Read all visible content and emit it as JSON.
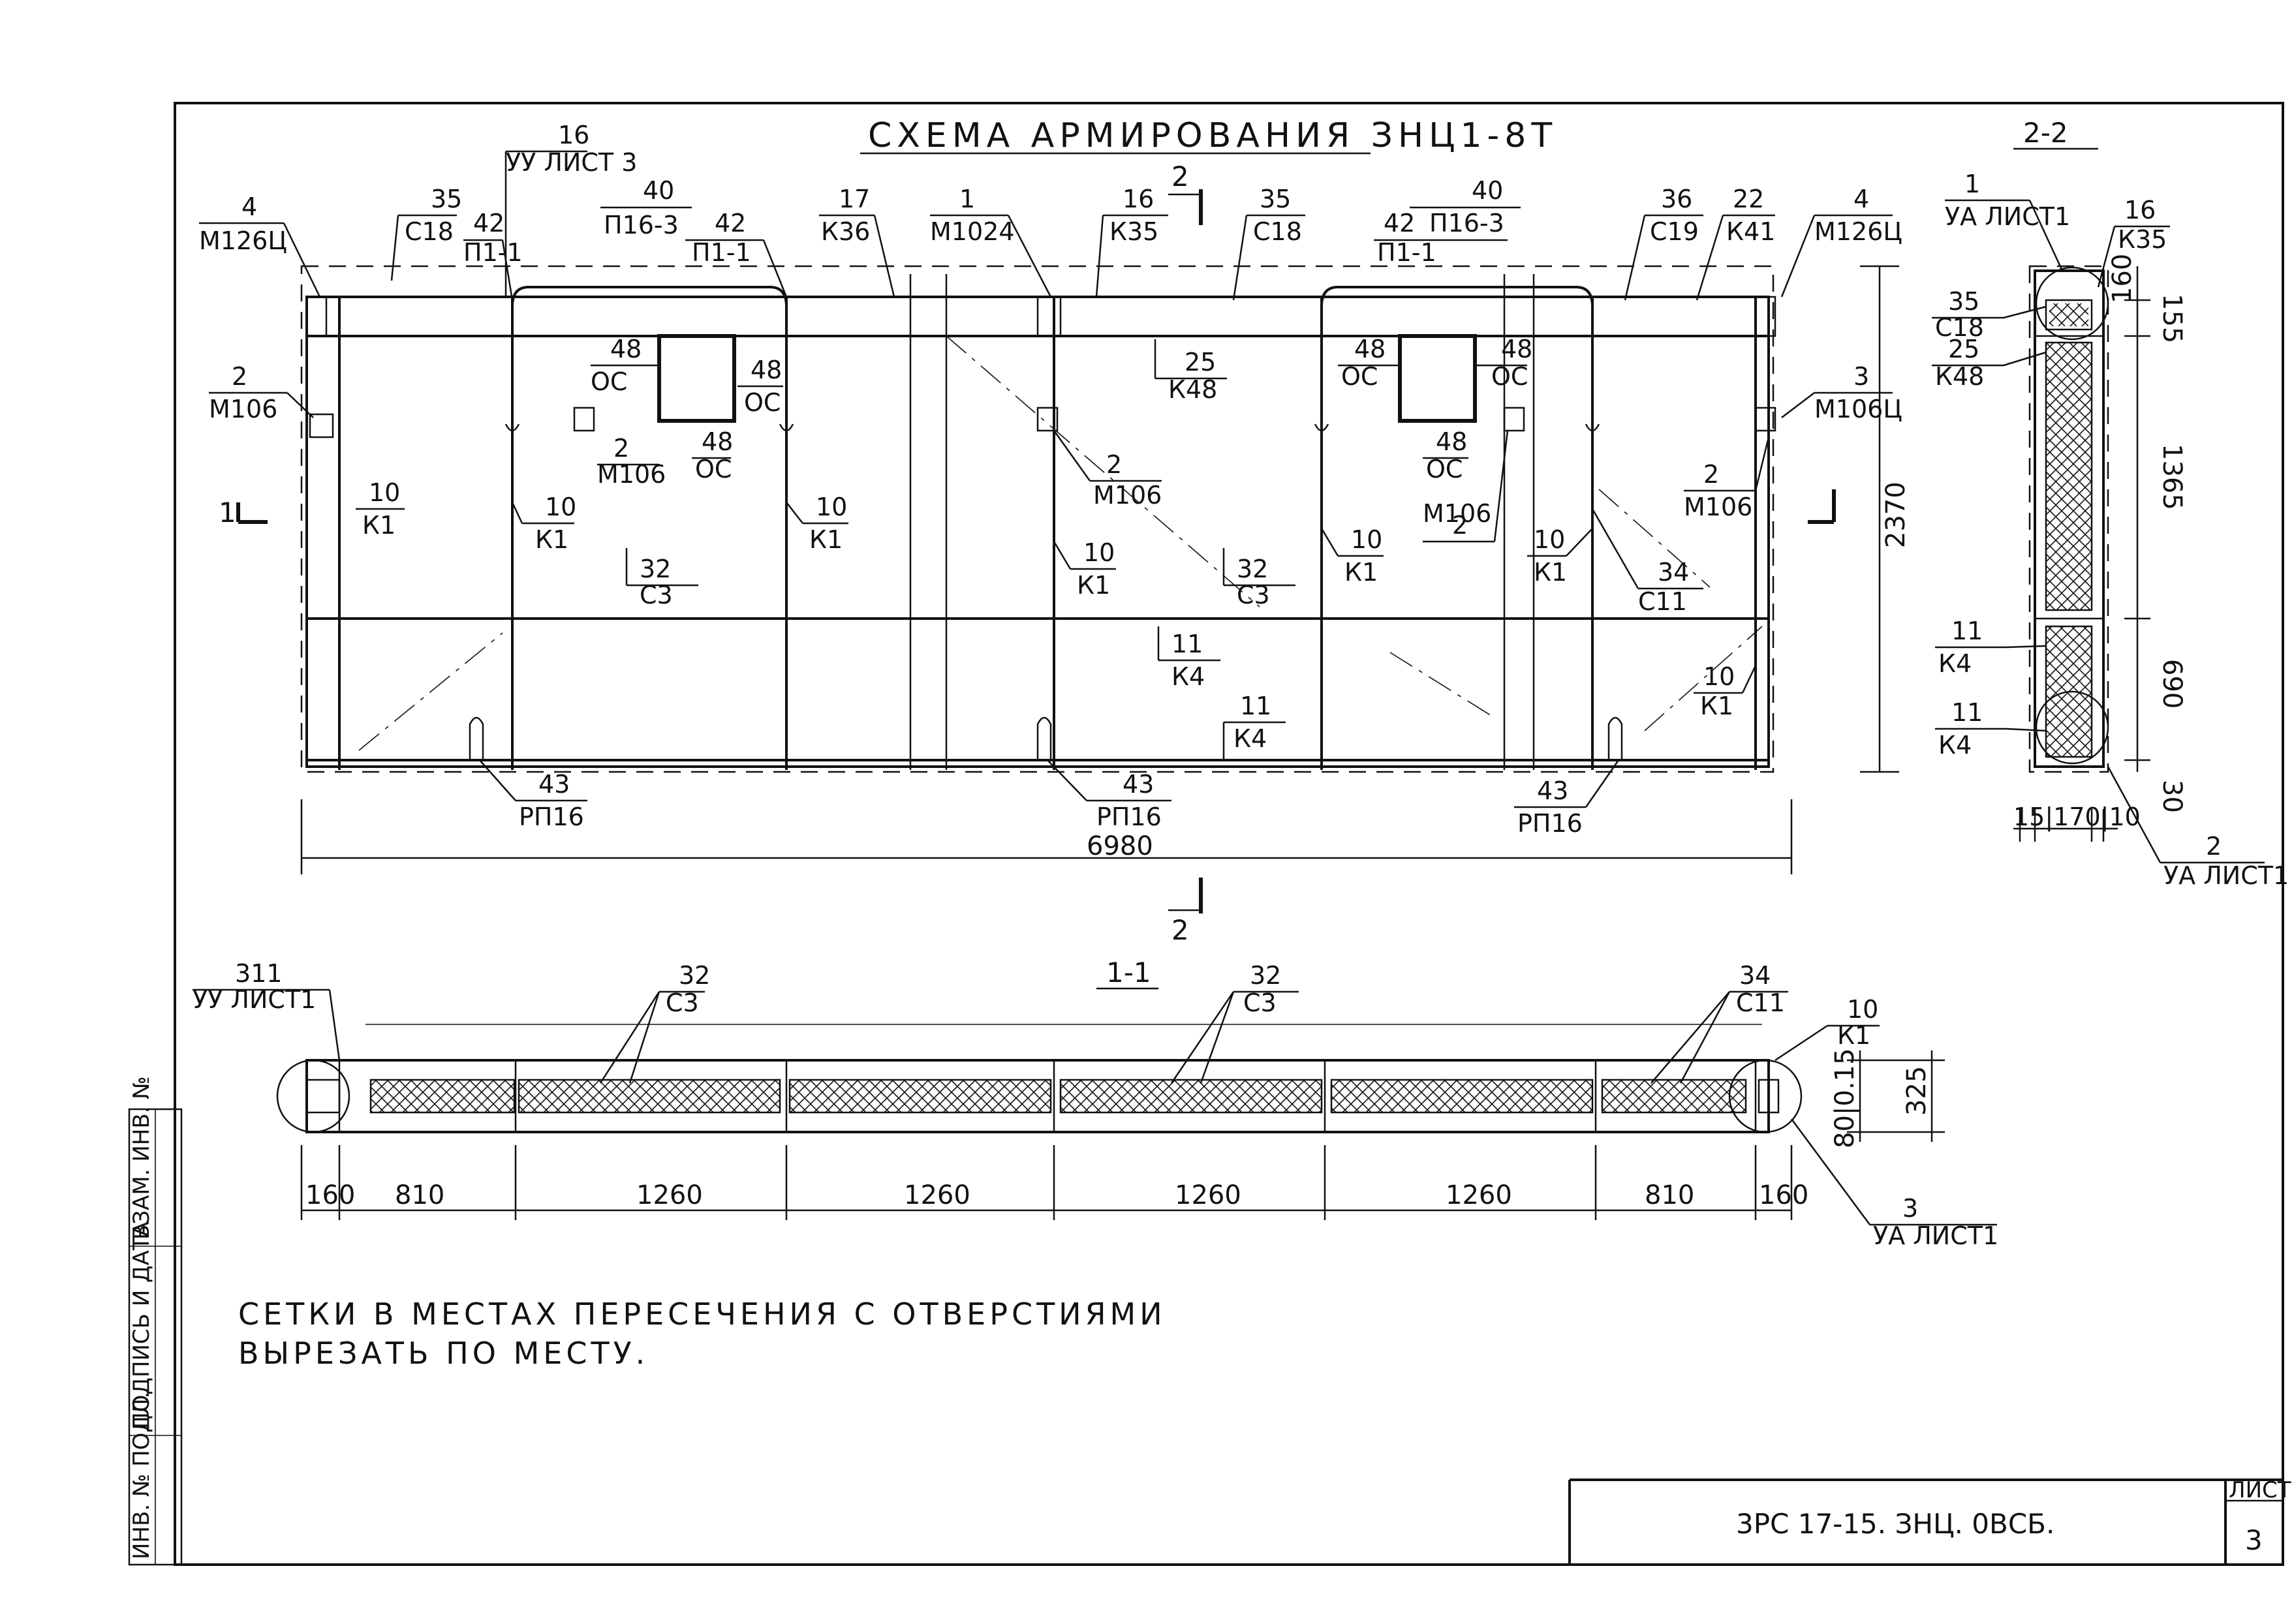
{
  "title": "СХЕМА АРМИРОВАНИЯ ЗНЦ1-8Т",
  "section_2_2": "2-2",
  "section_1_1": "1-1",
  "cut_mark_2_top": "2",
  "cut_mark_2_bottom": "2",
  "cut_mark_1_left": "1",
  "elevation_labels": [
    {
      "num": "4",
      "mark": "М126Ц"
    },
    {
      "num": "35",
      "mark": "С18"
    },
    {
      "num": "16",
      "mark": "УУ ЛИСТ 3"
    },
    {
      "num": "42",
      "mark": "П1-1"
    },
    {
      "num": "40",
      "mark": "П16-3"
    },
    {
      "num": "42",
      "mark": "П1-1"
    },
    {
      "num": "17",
      "mark": "К36"
    },
    {
      "num": "1",
      "mark": "М1024"
    },
    {
      "num": "16",
      "mark": "К35"
    },
    {
      "num": "35",
      "mark": "С18"
    },
    {
      "num": "40",
      "mark": ""
    },
    {
      "num": "42",
      "mark": "П16-3"
    },
    {
      "num": "",
      "mark": "П1-1"
    },
    {
      "num": "36",
      "mark": "С19"
    },
    {
      "num": "22",
      "mark": "К41"
    },
    {
      "num": "4",
      "mark": "М126Ц"
    },
    {
      "num": "2",
      "mark": "М106"
    },
    {
      "num": "48",
      "mark": "ОС"
    },
    {
      "num": "48",
      "mark": "ОС"
    },
    {
      "num": "48",
      "mark": "ОС"
    },
    {
      "num": "2",
      "mark": "М106"
    },
    {
      "num": "25",
      "mark": "К48"
    },
    {
      "num": "48",
      "mark": "ОС"
    },
    {
      "num": "48",
      "mark": "ОС"
    },
    {
      "num": "48",
      "mark": "ОС"
    },
    {
      "num": "3",
      "mark": "М106Ц"
    },
    {
      "num": "2",
      "mark": "М106"
    },
    {
      "num": "2",
      "mark": "М106"
    },
    {
      "num": "2",
      "mark": "М106"
    },
    {
      "num": "10",
      "mark": "К1"
    },
    {
      "num": "10",
      "mark": "К1"
    },
    {
      "num": "10",
      "mark": "К1"
    },
    {
      "num": "10",
      "mark": "К1"
    },
    {
      "num": "10",
      "mark": "К1"
    },
    {
      "num": "10",
      "mark": "К1"
    },
    {
      "num": "32",
      "mark": "С3"
    },
    {
      "num": "32",
      "mark": "С3"
    },
    {
      "num": "34",
      "mark": "С11"
    },
    {
      "num": "11",
      "mark": "К4"
    },
    {
      "num": "11",
      "mark": "К4"
    },
    {
      "num": "10",
      "mark": "К1"
    },
    {
      "num": "43",
      "mark": "РП16"
    },
    {
      "num": "43",
      "mark": "РП16"
    },
    {
      "num": "43",
      "mark": "РП16"
    }
  ],
  "elevation_dims": {
    "length": "6980",
    "height": "2370"
  },
  "section22_labels": [
    {
      "num": "1",
      "mark": "УА ЛИСТ1"
    },
    {
      "num": "16",
      "mark": "К35"
    },
    {
      "num": "35",
      "mark": "С18"
    },
    {
      "num": "25",
      "mark": "К48"
    },
    {
      "num": "11",
      "mark": "К4"
    },
    {
      "num": "11",
      "mark": "К4"
    },
    {
      "num": "2",
      "mark": "УА ЛИСТ1"
    }
  ],
  "section22_dims": {
    "d160": "160",
    "d155": "155",
    "d1365": "1365",
    "d690": "690",
    "d30": "30",
    "bottom": "15|170|10"
  },
  "section11_labels": [
    {
      "num": "311",
      "mark": "УУ ЛИСТ1"
    },
    {
      "num": "32",
      "mark": "С3"
    },
    {
      "num": "32",
      "mark": "С3"
    },
    {
      "num": "34",
      "mark": "С11"
    },
    {
      "num": "10",
      "mark": "К1"
    },
    {
      "num": "3",
      "mark": "УА ЛИСТ1"
    }
  ],
  "section11_dims": [
    "160",
    "810",
    "1260",
    "1260",
    "1260",
    "1260",
    "810",
    "160"
  ],
  "section11_side_dims": {
    "total": "325",
    "parts": "80|0.15"
  },
  "note_line1": "СЕТКИ В МЕСТАХ ПЕРЕСЕЧЕНИЯ С ОТВЕРСТИЯМИ",
  "note_line2": "ВЫРЕЗАТЬ ПО МЕСТУ.",
  "stamp": {
    "code": "3РС 17-15. ЗНЦ. 0ВСБ.",
    "sheet_label": "ЛИСТ",
    "sheet_no": "3"
  },
  "side_strip": [
    "ИНВ. № ПОДЛ.",
    "ПОДПИСЬ И ДАТА",
    "ВЗАМ. ИНВ. №"
  ]
}
